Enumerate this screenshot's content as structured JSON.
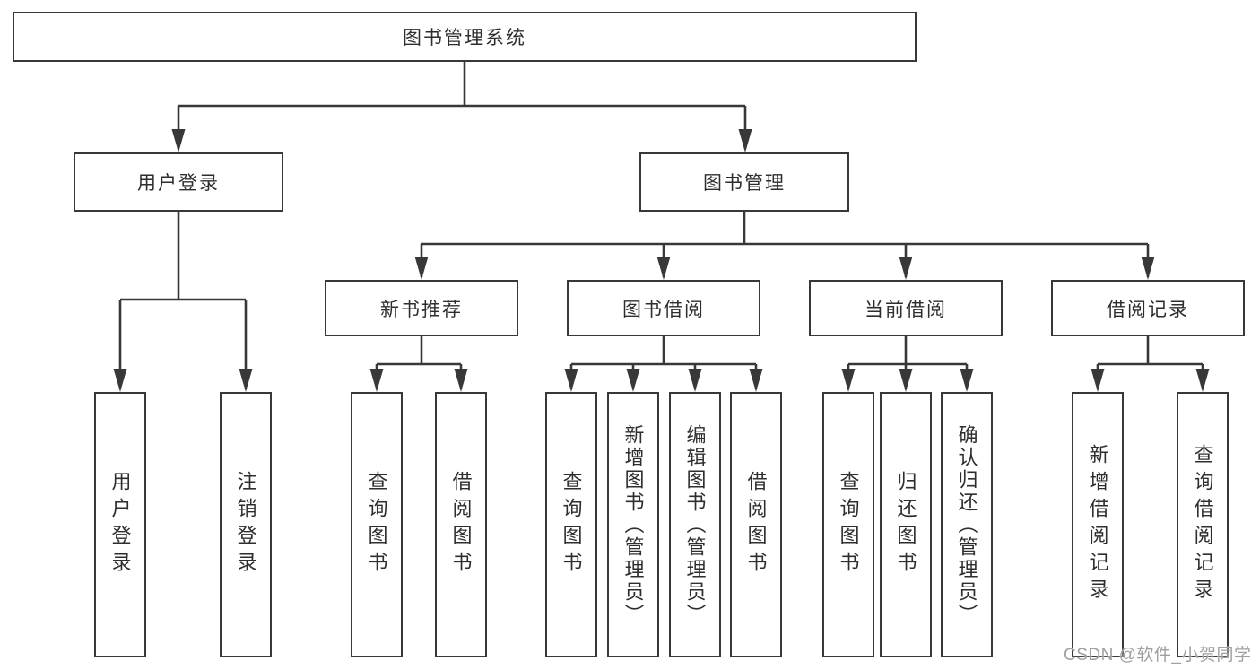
{
  "tree": {
    "root": {
      "label": "图书管理系统"
    },
    "branches": [
      {
        "label": "用户登录",
        "children": [
          {
            "label": "用户登录"
          },
          {
            "label": "注销登录"
          }
        ]
      },
      {
        "label": "图书管理",
        "children": [
          {
            "label": "新书推荐",
            "children": [
              {
                "label": "查询图书"
              },
              {
                "label": "借阅图书"
              }
            ]
          },
          {
            "label": "图书借阅",
            "children": [
              {
                "label": "查询图书"
              },
              {
                "label": "新增图书（管理员）"
              },
              {
                "label": "编辑图书（管理员）"
              },
              {
                "label": "借阅图书"
              }
            ]
          },
          {
            "label": "当前借阅",
            "children": [
              {
                "label": "查询图书"
              },
              {
                "label": "归还图书"
              },
              {
                "label": "确认归还（管理员）"
              }
            ]
          },
          {
            "label": "借阅记录",
            "children": [
              {
                "label": "新增借阅记录"
              },
              {
                "label": "查询借阅记录"
              }
            ]
          }
        ]
      }
    ]
  },
  "watermark": {
    "text": "CSDN @软件_小贺同学"
  },
  "colors": {
    "line": "#383838",
    "text": "#2e2e2e",
    "background": "#ffffff",
    "watermark": "#a0a0a0"
  }
}
